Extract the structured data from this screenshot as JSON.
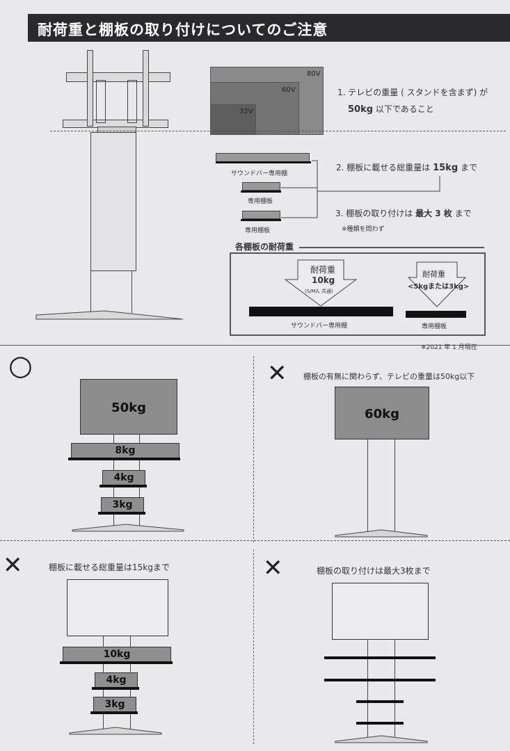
{
  "title": "耐荷重と棚板の取り付けについてのご注意",
  "tv_sizes": [
    "80V",
    "60V",
    "32V"
  ],
  "notes": {
    "n1_line1": "1. テレビの重量 ( スタンドを含まず) が",
    "n1_value": "50kg",
    "n1_rest": "以下であること",
    "n2_prefix": "2. 棚板に載せる総重量は",
    "n2_value": "15kg",
    "n2_suffix": "まで",
    "n3_prefix": "3. 棚板の取り付けは",
    "n3_value": "最大 3 枚",
    "n3_suffix": "まで",
    "n3_sub": "※種類を問わず"
  },
  "shelf_labels": {
    "soundbar": "サウンドバー専用棚",
    "dedicated1": "専用棚板",
    "dedicated2": "専用棚板"
  },
  "load_box": {
    "heading": "各棚板の耐荷重",
    "left_label": "耐荷重",
    "left_value": "10kg",
    "left_sub": "(S/M/L 共通)",
    "left_shelf": "サウンドバー専用棚",
    "right_label": "耐荷重",
    "right_value": "<5kgまたは3kg>",
    "right_shelf": "専用棚板"
  },
  "date_note": "※2021 年 1 月現在",
  "examples": {
    "ok": {
      "symbol": "○",
      "tv": "50kg",
      "shelves": [
        "8kg",
        "4kg",
        "3kg"
      ]
    },
    "ng1": {
      "symbol": "✕",
      "caption": "棚板の有無に関わらず、テレビの重量は50kg以下",
      "tv": "60kg"
    },
    "ng2": {
      "symbol": "✕",
      "caption": "棚板に載せる総重量は15kgまで",
      "shelves": [
        "10kg",
        "4kg",
        "3kg"
      ]
    },
    "ng3": {
      "symbol": "✕",
      "caption": "棚板の取り付けは最大3枚まで"
    }
  }
}
